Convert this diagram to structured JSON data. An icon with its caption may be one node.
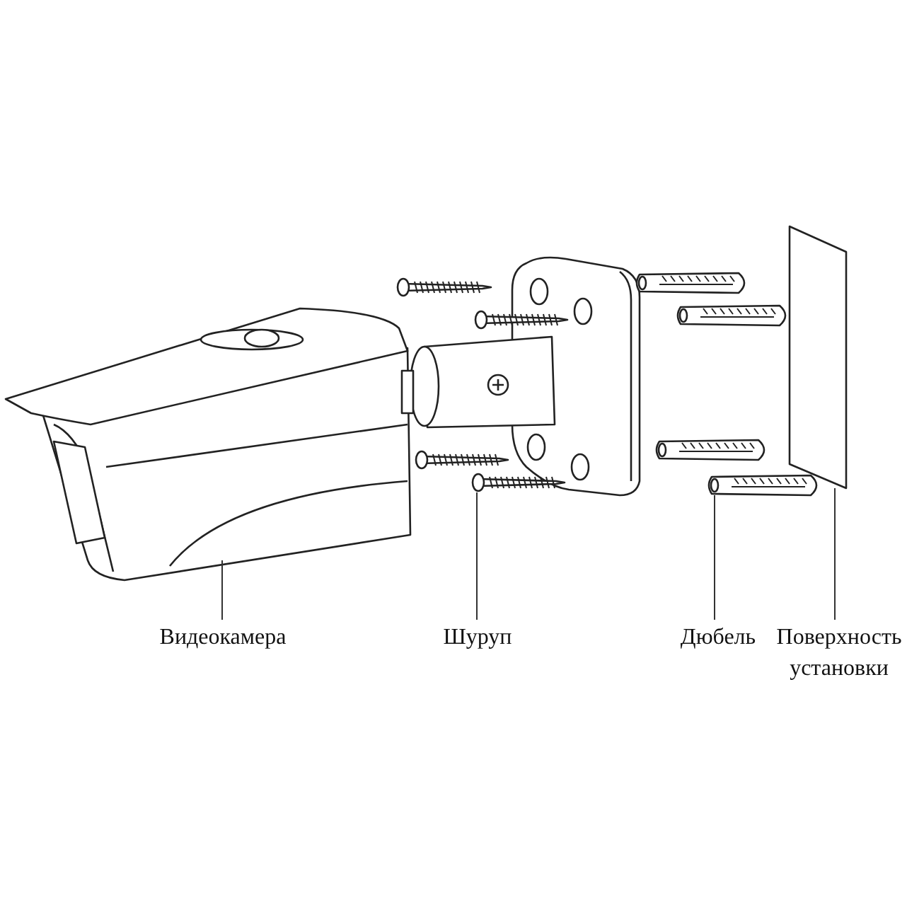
{
  "diagram": {
    "nodes": [
      {
        "text": [
          "Видеокамера"
        ]
      },
      {
        "text": [
          "Шуруп"
        ]
      },
      {
        "text": [
          "Дюбель"
        ]
      },
      {
        "text": [
          "Поверхность установки"
        ]
      },
      {
        "text": [],
        "shape": "picture"
      },
      {
        "text": [],
        "shape": "picture"
      },
      {
        "text": [],
        "shape": "picture"
      },
      {
        "text": [],
        "shape": "picture"
      }
    ],
    "edges": [
      {
        "from": 0,
        "to": 4,
        "arrow": "none"
      },
      {
        "from": 1,
        "to": 5,
        "arrow": "none"
      },
      {
        "from": 2,
        "to": 6,
        "arrow": "none"
      },
      {
        "from": 3,
        "to": 7,
        "arrow": "none"
      }
    ]
  }
}
